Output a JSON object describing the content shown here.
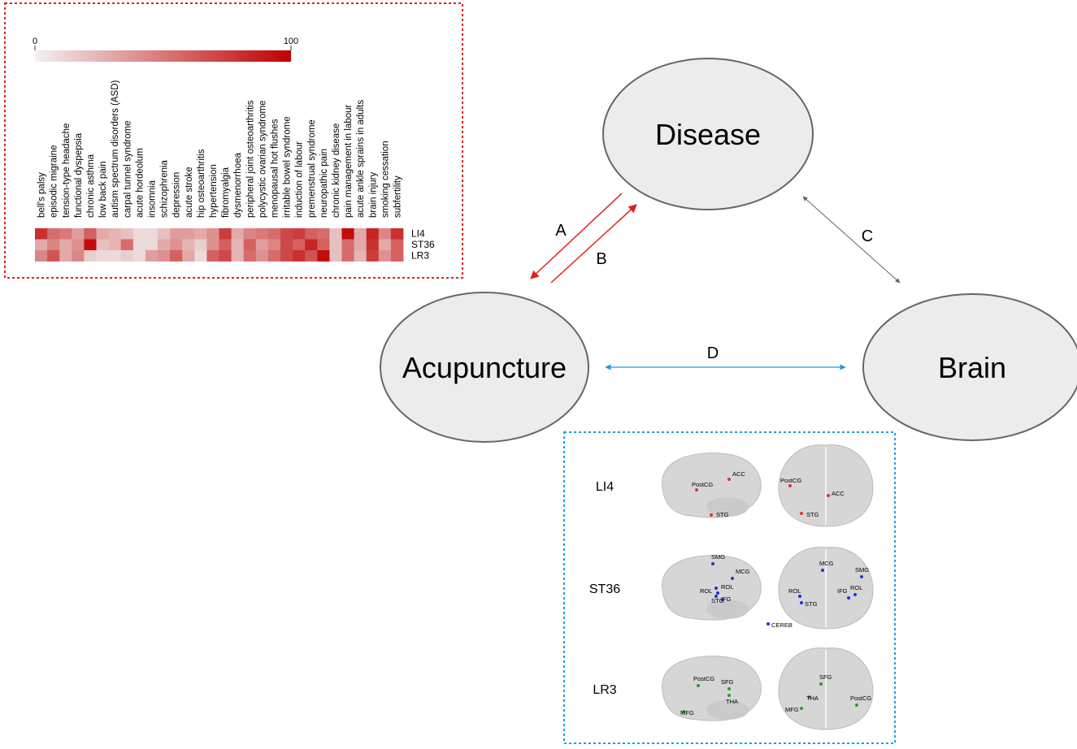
{
  "nodes": {
    "disease": "Disease",
    "acupuncture": "Acupuncture",
    "brain": "Brain"
  },
  "edges": {
    "a": "A",
    "b": "B",
    "c": "C",
    "d": "D"
  },
  "heatmap": {
    "scale_min": "0",
    "scale_max": "100",
    "scale_colors": [
      "#f1f1f1",
      "#c00000"
    ],
    "conditions": [
      "bell's palsy",
      "episodic migraine",
      "tension-type headache",
      "functional dyspepsia",
      "chronic asthma",
      "low back pain",
      "autism spectrum disorders (ASD)",
      "carpal tunnel syndrome",
      "acute hordeolum",
      "insomnia",
      "schizophrenia",
      "depression",
      "acute stroke",
      "hip osteoarthritis",
      "hypertension",
      "fibromyalgia",
      "dysmenorrhoea",
      "peripheral joint osteoarthritis",
      "polycystic ovarian syndrome",
      "menopausal hot flushes",
      "irritable bowel syndrome",
      "induction of labour",
      "premenstrual syndrome",
      "neuropathic pain",
      "chronic kidney disease",
      "pain management in labour",
      "acute ankle sprains in adults",
      "brain injury",
      "smoking cessation",
      "subfertility"
    ],
    "rows": [
      "LI4",
      "ST36",
      "LR3"
    ],
    "values": [
      [
        80,
        55,
        50,
        35,
        60,
        30,
        25,
        20,
        10,
        10,
        20,
        35,
        35,
        30,
        40,
        75,
        30,
        45,
        50,
        55,
        70,
        75,
        60,
        55,
        20,
        95,
        30,
        85,
        45,
        80
      ],
      [
        30,
        45,
        30,
        40,
        95,
        20,
        25,
        55,
        10,
        10,
        30,
        40,
        25,
        15,
        40,
        60,
        25,
        60,
        35,
        45,
        70,
        60,
        85,
        60,
        20,
        55,
        30,
        80,
        30,
        60
      ],
      [
        45,
        65,
        30,
        45,
        15,
        10,
        10,
        15,
        10,
        35,
        40,
        60,
        30,
        10,
        60,
        70,
        25,
        55,
        40,
        55,
        70,
        80,
        65,
        95,
        20,
        55,
        25,
        75,
        40,
        60
      ]
    ]
  },
  "brain_panel": {
    "rows": [
      {
        "label": "LI4",
        "color": "#e03030",
        "lateral_regions": [
          "PostCG",
          "ACC",
          "STG"
        ],
        "top_regions": [
          "PostCG",
          "ACC",
          "STG"
        ]
      },
      {
        "label": "ST36",
        "color": "#2233cc",
        "lateral_regions": [
          "SMG",
          "MCG",
          "ROL",
          "ROL",
          "IFG",
          "STG",
          "CEREB"
        ],
        "top_regions": [
          "MCG",
          "SMG",
          "ROL",
          "ROL",
          "IFG",
          "STG"
        ]
      },
      {
        "label": "LR3",
        "color": "#2e9a2e",
        "lateral_regions": [
          "PostCG",
          "SFG",
          "MFG",
          "THA"
        ],
        "top_regions": [
          "SFG",
          "PostCG",
          "THA",
          "MFG"
        ]
      }
    ]
  },
  "colors": {
    "heatmap_border": "#e02020",
    "brain_border": "#1aa0d8",
    "edge_ab": "#e02020",
    "edge_c": "#666666",
    "edge_d": "#1aa0d8",
    "node_fill": "#ececec",
    "node_stroke": "#666666"
  }
}
